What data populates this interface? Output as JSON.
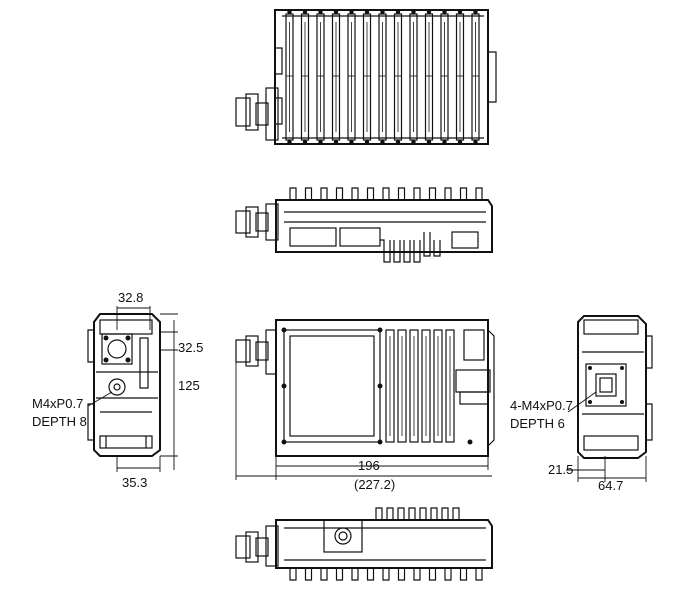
{
  "dimensions": {
    "d_32_8": "32.8",
    "d_32_5": "32.5",
    "d_125": "125",
    "d_35_3": "35.3",
    "d_196": "196",
    "d_227_2": "(227.2)",
    "d_21_5": "21.5",
    "d_64_7": "64.7"
  },
  "callouts": {
    "left_thread": "M4xP0.7",
    "left_depth": "DEPTH 8",
    "right_thread": "4-M4xP0.7",
    "right_depth": "DEPTH 6"
  }
}
